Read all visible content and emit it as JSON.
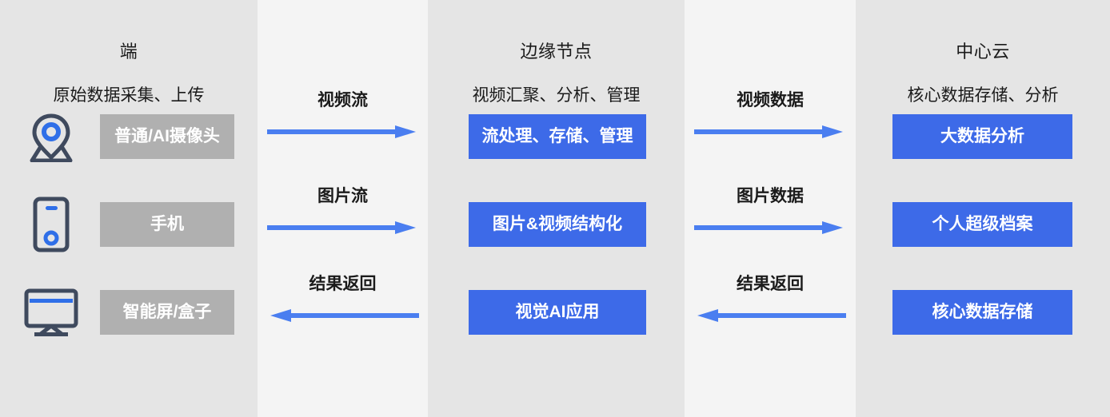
{
  "diagram": {
    "palette": {
      "stage_bg": "#e5e5e5",
      "flow_bg": "#f4f4f4",
      "blue": "#3d6ae8",
      "gray_box": "#b0b0b0",
      "icon_dark": "#3f4a5e",
      "text_dark": "#1b1b1b"
    },
    "columns": {
      "device": {
        "title": "端",
        "subtitle": "原始数据采集、上传",
        "items": [
          {
            "icon": "map-pin-icon",
            "label": "普通/AI摄像头"
          },
          {
            "icon": "mobile-phone-icon",
            "label": "手机"
          },
          {
            "icon": "monitor-screen-icon",
            "label": "智能屏/盒子"
          }
        ]
      },
      "edge": {
        "title": "边缘节点",
        "subtitle": "视频汇聚、分析、管理",
        "items": [
          {
            "label": "流处理、存储、管理"
          },
          {
            "label": "图片&视频结构化"
          },
          {
            "label": "视觉AI应用"
          }
        ]
      },
      "cloud": {
        "title": "中心云",
        "subtitle": "核心数据存储、分析",
        "items": [
          {
            "label": "大数据分析"
          },
          {
            "label": "个人超级档案"
          },
          {
            "label": "核心数据存储"
          }
        ]
      }
    },
    "flows": {
      "device_to_edge": [
        {
          "label": "视频流",
          "direction": "right",
          "icon": "arrow-right-icon"
        },
        {
          "label": "图片流",
          "direction": "right",
          "icon": "arrow-right-icon"
        },
        {
          "label": "结果返回",
          "direction": "left",
          "icon": "arrow-left-icon"
        }
      ],
      "edge_to_cloud": [
        {
          "label": "视频数据",
          "direction": "right",
          "icon": "arrow-right-icon"
        },
        {
          "label": "图片数据",
          "direction": "right",
          "icon": "arrow-right-icon"
        },
        {
          "label": "结果返回",
          "direction": "left",
          "icon": "arrow-left-icon"
        }
      ]
    }
  }
}
